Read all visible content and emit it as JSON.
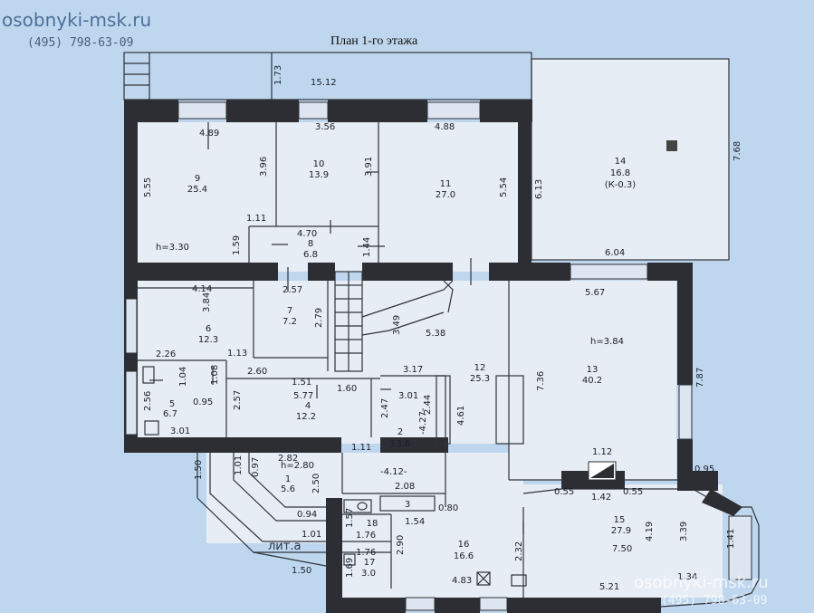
{
  "header": {
    "brand": "osobnyki-msk.ru",
    "phone": "(495)  798-63-09",
    "title": "План 1-го этажа"
  },
  "watermark": {
    "brand": "osobnyki-msk.ru",
    "phone": "(495)  798-63-09"
  },
  "rooms": {
    "r1": {
      "num": "1",
      "area": "5.6"
    },
    "r2": {
      "num": "2",
      "area": "13.6"
    },
    "r3": {
      "num": "3"
    },
    "r4": {
      "num": "4",
      "area": "12.2"
    },
    "r5": {
      "num": "5",
      "area": "6.7"
    },
    "r6": {
      "num": "6",
      "area": "12.3"
    },
    "r7": {
      "num": "7",
      "area": "7.2"
    },
    "r8": {
      "num": "8",
      "area": "6.8"
    },
    "r9": {
      "num": "9",
      "area": "25.4"
    },
    "r10": {
      "num": "10",
      "area": "13.9"
    },
    "r11": {
      "num": "11",
      "area": "27.0"
    },
    "r12": {
      "num": "12",
      "area": "25.3"
    },
    "r13": {
      "num": "13",
      "area": "40.2"
    },
    "r14": {
      "num": "14",
      "area": "16.8",
      "note": "(К-0.3)"
    },
    "r15": {
      "num": "15",
      "area": "27.9"
    },
    "r16": {
      "num": "16",
      "area": "16.6"
    },
    "r17": {
      "num": "17",
      "area": "3.0"
    },
    "r18": {
      "num": "18",
      "area": "1.76"
    }
  },
  "heights": {
    "h1": "h=3.30",
    "h2": "h=3.84",
    "h3": "h=2.80",
    "lvl1": "-4.27-",
    "lvl2": "-4.12-"
  },
  "lit": "лит.а",
  "dims": {
    "d173": "1.73",
    "d1512": "15.12",
    "d489": "4.89",
    "d356": "3.56",
    "d488": "4.88",
    "d768": "7.68",
    "d555": "5.55",
    "d396": "3.96",
    "d391": "3.91",
    "d554": "5.54",
    "d613": "6.13",
    "d111a": "1.11",
    "d470": "4.70",
    "d159": "1.59",
    "d144": "1.44",
    "d604": "6.04",
    "d414": "4.14",
    "d257a": "2.57",
    "d567": "5.67",
    "d384": "3.84",
    "d279": "2.79",
    "d349": "3.49",
    "d538": "5.38",
    "d226": "2.26",
    "d113": "1.13",
    "d787": "7.87",
    "d736": "7.36",
    "d104": "1.04",
    "d108": "1.08",
    "d260": "2.60",
    "d151": "1.51",
    "d317": "3.17",
    "d256": "2.56",
    "d095a": "0.95",
    "d257b": "2.57",
    "d577": "5.77",
    "d160": "1.60",
    "d247": "2.47",
    "d301a": "3.01",
    "d244": "2.44",
    "d461": "4.61",
    "d301b": "3.01",
    "d111b": "1.11",
    "d112": "1.12",
    "d282": "2.82",
    "d150a": "1.50",
    "d101a": "1.01",
    "d097": "0.97",
    "d250": "2.50",
    "d095b": "0.95",
    "d208": "2.08",
    "d055a": "0.55",
    "d142": "1.42",
    "d055b": "0.55",
    "d094": "0.94",
    "d157": "1.57",
    "d154": "1.54",
    "d080": "0.80",
    "d101b": "1.01",
    "d290": "2.90",
    "d232": "2.32",
    "d419": "4.19",
    "d339": "3.39",
    "d750": "7.50",
    "d141": "1.41",
    "d176": "1.76",
    "d169": "1.69",
    "d483": "4.83",
    "d134": "1.34",
    "d150b": "1.50",
    "d521": "5.21"
  }
}
